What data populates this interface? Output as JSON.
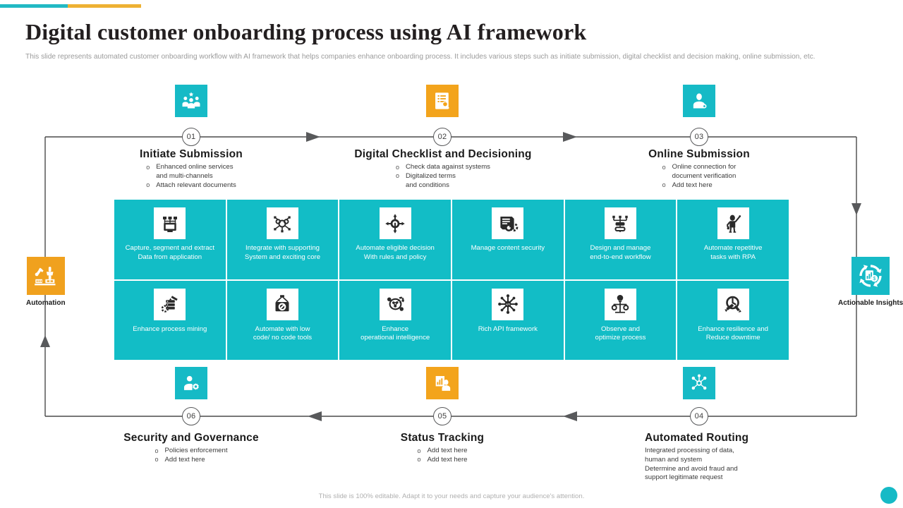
{
  "accent": {
    "teal": "#22b9c4",
    "amber": "#eeb133"
  },
  "header": {
    "title": "Digital customer  onboarding process using AI framework",
    "subtitle": "This slide represents automated customer onboarding workflow with AI framework that helps companies enhance onboarding process. It includes various steps such as initiate submission, digital checklist and decision making, online submission, etc."
  },
  "theme": {
    "teal": "#12bdc6",
    "amber": "#f3a41c",
    "line": "#4a4a4a",
    "text_dark": "#1b1b1b"
  },
  "top_badges": [
    {
      "icon": "customer-group-icon",
      "color": "teal"
    },
    {
      "icon": "checklist-review-icon",
      "color": "amber"
    },
    {
      "icon": "user-online-icon",
      "color": "teal"
    }
  ],
  "bottom_badges": [
    {
      "icon": "user-settings-icon",
      "color": "teal"
    },
    {
      "icon": "status-report-icon",
      "color": "amber"
    },
    {
      "icon": "network-nodes-icon",
      "color": "teal"
    }
  ],
  "steps_top": [
    {
      "number": "01",
      "title": "Initiate  Submission",
      "bullets": [
        {
          "text": "Enhanced online  services",
          "bullet": true
        },
        {
          "text": "and multi-channels",
          "bullet": false
        },
        {
          "text": "Attach relevant documents",
          "bullet": true
        }
      ]
    },
    {
      "number": "02",
      "title": "Digital Checklist and Decisioning",
      "bullets": [
        {
          "text": "Check data against systems",
          "bullet": true
        },
        {
          "text": "Digitalized terms",
          "bullet": true
        },
        {
          "text": "and conditions",
          "bullet": false
        }
      ]
    },
    {
      "number": "03",
      "title": "Online Submission",
      "bullets": [
        {
          "text": "Online connection for",
          "bullet": true
        },
        {
          "text": "document verification",
          "bullet": false
        },
        {
          "text": "Add text here",
          "bullet": true
        }
      ]
    }
  ],
  "steps_bottom": [
    {
      "number": "06",
      "title": "Security and Governance",
      "bullets": [
        {
          "text": "Policies  enforcement",
          "bullet": true
        },
        {
          "text": "Add text here",
          "bullet": true
        }
      ]
    },
    {
      "number": "05",
      "title": "Status Tracking",
      "bullets": [
        {
          "text": "Add text here",
          "bullet": true
        },
        {
          "text": "Add text here",
          "bullet": true
        }
      ]
    },
    {
      "number": "04",
      "title": "Automated Routing",
      "bullets": [
        {
          "text": "Integrated processing of data,",
          "bullet": false
        },
        {
          "text": "human  and system",
          "bullet": false
        },
        {
          "text": "Determine  and avoid fraud and",
          "bullet": false
        },
        {
          "text": "support legitimate  request",
          "bullet": false
        }
      ]
    }
  ],
  "matrix": {
    "row1": [
      {
        "icon": "data-capture-icon",
        "caption_line1": "Capture, segment and extract",
        "caption_line2": "Data  from application"
      },
      {
        "icon": "integration-hub-icon",
        "caption_line1": "Integrate with supporting",
        "caption_line2": "System and exciting core"
      },
      {
        "icon": "decision-rules-icon",
        "caption_line1": "Automate eligible decision",
        "caption_line2": "With rules and policy"
      },
      {
        "icon": "content-security-icon",
        "caption_line1": "Manage  content security",
        "caption_line2": ""
      },
      {
        "icon": "workflow-design-icon",
        "caption_line1": "Design and manage",
        "caption_line2": "end-to-end workflow"
      },
      {
        "icon": "rpa-robot-icon",
        "caption_line1": "Automate repetitive",
        "caption_line2": "tasks with RPA"
      }
    ],
    "row2": [
      {
        "icon": "process-mining-icon",
        "caption_line1": "Enhance process mining",
        "caption_line2": ""
      },
      {
        "icon": "low-code-icon",
        "caption_line1": "Automate with low",
        "caption_line2": "code/ no code tools"
      },
      {
        "icon": "operational-intelligence-icon",
        "caption_line1": "Enhance",
        "caption_line2": "operational intelligence"
      },
      {
        "icon": "api-framework-icon",
        "caption_line1": "Rich API  framework",
        "caption_line2": ""
      },
      {
        "icon": "optimize-process-icon",
        "caption_line1": "Observe and",
        "caption_line2": "optimize process"
      },
      {
        "icon": "resilience-icon",
        "caption_line1": "Enhance resilience and",
        "caption_line2": "Reduce downtime"
      }
    ]
  },
  "endcaps": {
    "left": {
      "label": "Automation",
      "icon": "robot-arm-icon",
      "color": "#f0a11e"
    },
    "right": {
      "label": "Actionable Insights",
      "icon": "insights-cycle-icon",
      "color": "#16bac6"
    }
  },
  "footer": {
    "note": "This slide is 100% editable. Adapt it to your needs and capture your audience's attention."
  }
}
